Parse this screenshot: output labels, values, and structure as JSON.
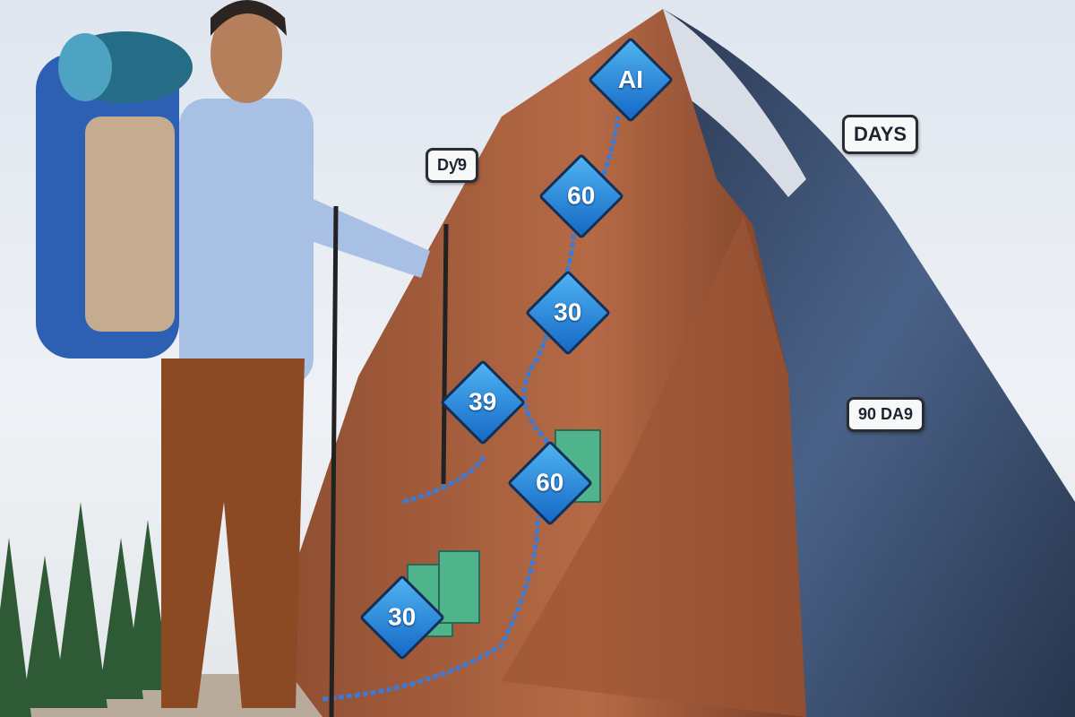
{
  "image": {
    "description": "Illustration of a hiker in a dress shirt with a large blue backpack and trekking poles, looking up at a steep mountain with a winding blue rope path and diamond-shaped milestone markers",
    "colors": {
      "sky": "#e6ebf1",
      "rock_brown": "#a75e3c",
      "rock_blue": "#3a4e70",
      "marker_blue": "#2b8ee0",
      "tree_green": "#2f5a36"
    }
  },
  "markers": [
    {
      "label": "AI",
      "position": "summit"
    },
    {
      "label": "60",
      "position": "upper"
    },
    {
      "label": "30",
      "position": "upper-middle"
    },
    {
      "label": "39",
      "position": "middle-left"
    },
    {
      "label": "60",
      "position": "middle"
    },
    {
      "label": "30",
      "position": "base"
    }
  ],
  "callouts": [
    {
      "text": "Dƴ9",
      "position": "left-slope"
    },
    {
      "text": "DAYS",
      "position": "right-peak"
    },
    {
      "text": "90 DA9",
      "position": "right-face"
    }
  ]
}
